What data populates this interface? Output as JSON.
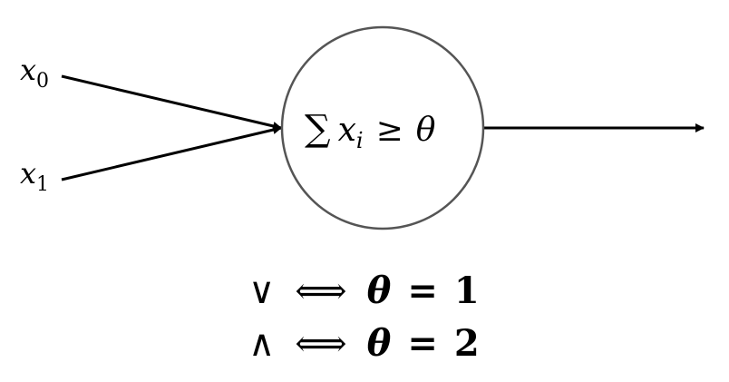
{
  "inputs": [
    {
      "symbol": "x",
      "subscript": "0"
    },
    {
      "symbol": "x",
      "subscript": "1"
    }
  ],
  "neuron": {
    "sum_symbol": "∑",
    "variable": "x",
    "variable_subscript": "i",
    "relation": "≥",
    "threshold_symbol": "θ"
  },
  "rules": [
    {
      "operator": "∨",
      "equivalence": "⟺",
      "lhs": "θ",
      "equals": "=",
      "value": "1"
    },
    {
      "operator": "∧",
      "equivalence": "⟺",
      "lhs": "θ",
      "equals": "=",
      "value": "2"
    }
  ],
  "colors": {
    "line": "#000000",
    "circle_stroke": "#555555",
    "text": "#000000"
  }
}
